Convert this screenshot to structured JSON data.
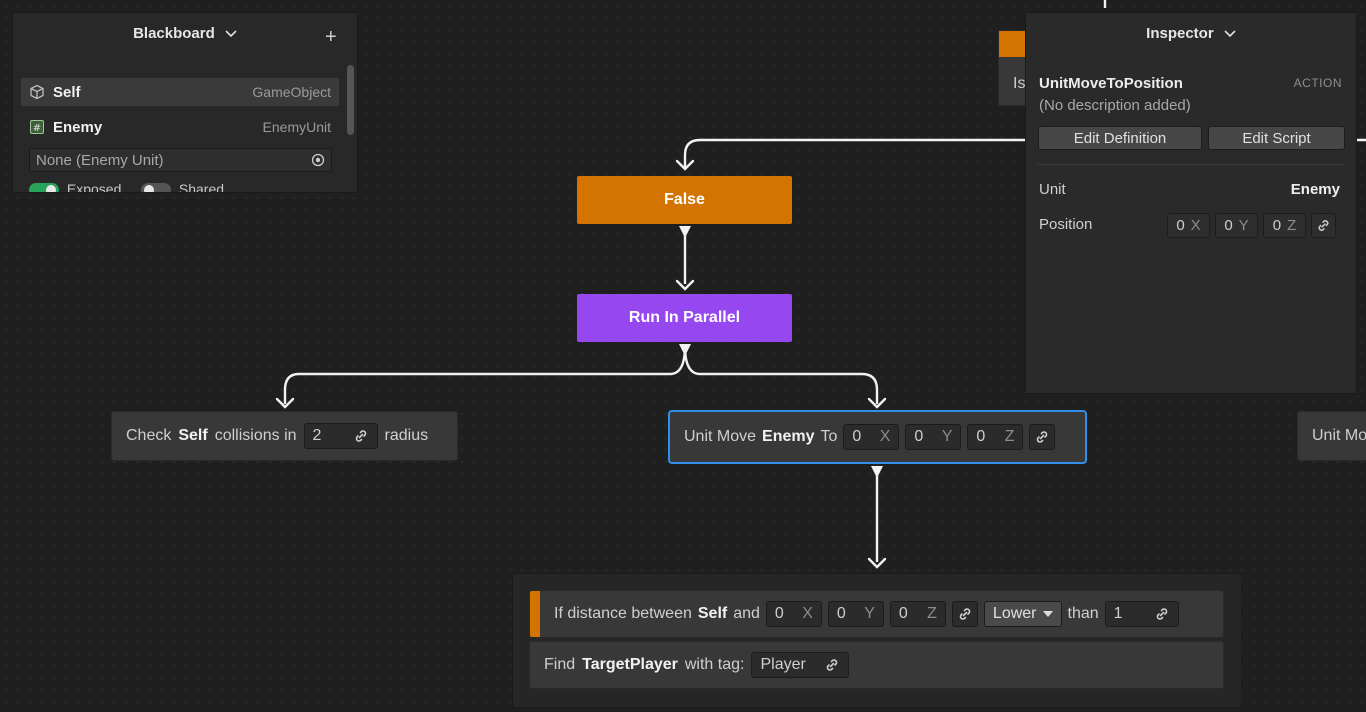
{
  "blackboard": {
    "title": "Blackboard",
    "variables": [
      {
        "name": "Self",
        "type": "GameObject"
      },
      {
        "name": "Enemy",
        "type": "EnemyUnit"
      }
    ],
    "enemy_field_value": "None (Enemy Unit)",
    "exposed_label": "Exposed",
    "shared_label": "Shared"
  },
  "inspector": {
    "title": "Inspector",
    "node_name": "UnitMoveToPosition",
    "node_kind": "ACTION",
    "description": "(No description added)",
    "edit_definition": "Edit Definition",
    "edit_script": "Edit Script",
    "unit_label": "Unit",
    "unit_value": "Enemy",
    "position_label": "Position",
    "position": {
      "x": "0",
      "y": "0",
      "z": "0"
    }
  },
  "graph": {
    "false_node": "False",
    "parallel_node": "Run In Parallel",
    "partial_top_node": "Is",
    "partial_right_node": "Unit Mo",
    "check_node": {
      "prefix": "Check",
      "subject": "Self",
      "middle": "collisions in",
      "radius_value": "2",
      "suffix": "radius"
    },
    "move_node": {
      "prefix": "Unit Move",
      "subject": "Enemy",
      "to": "To",
      "x": "0",
      "y": "0",
      "z": "0"
    },
    "condition_node": {
      "prefix": "If distance between",
      "subject": "Self",
      "and": "and",
      "x": "0",
      "y": "0",
      "z": "0",
      "operator": "Lower",
      "than": "than",
      "threshold": "1"
    },
    "find_node": {
      "prefix": "Find",
      "subject": "TargetPlayer",
      "middle": "with tag:",
      "tag": "Player"
    },
    "axis_labels": {
      "x": "X",
      "y": "Y",
      "z": "Z"
    }
  },
  "colors": {
    "canvas": "#1f1f1f",
    "orange": "#d47400",
    "purple": "#9747ef",
    "selection": "#2f8fea",
    "toggle_on": "#2aa35a"
  }
}
